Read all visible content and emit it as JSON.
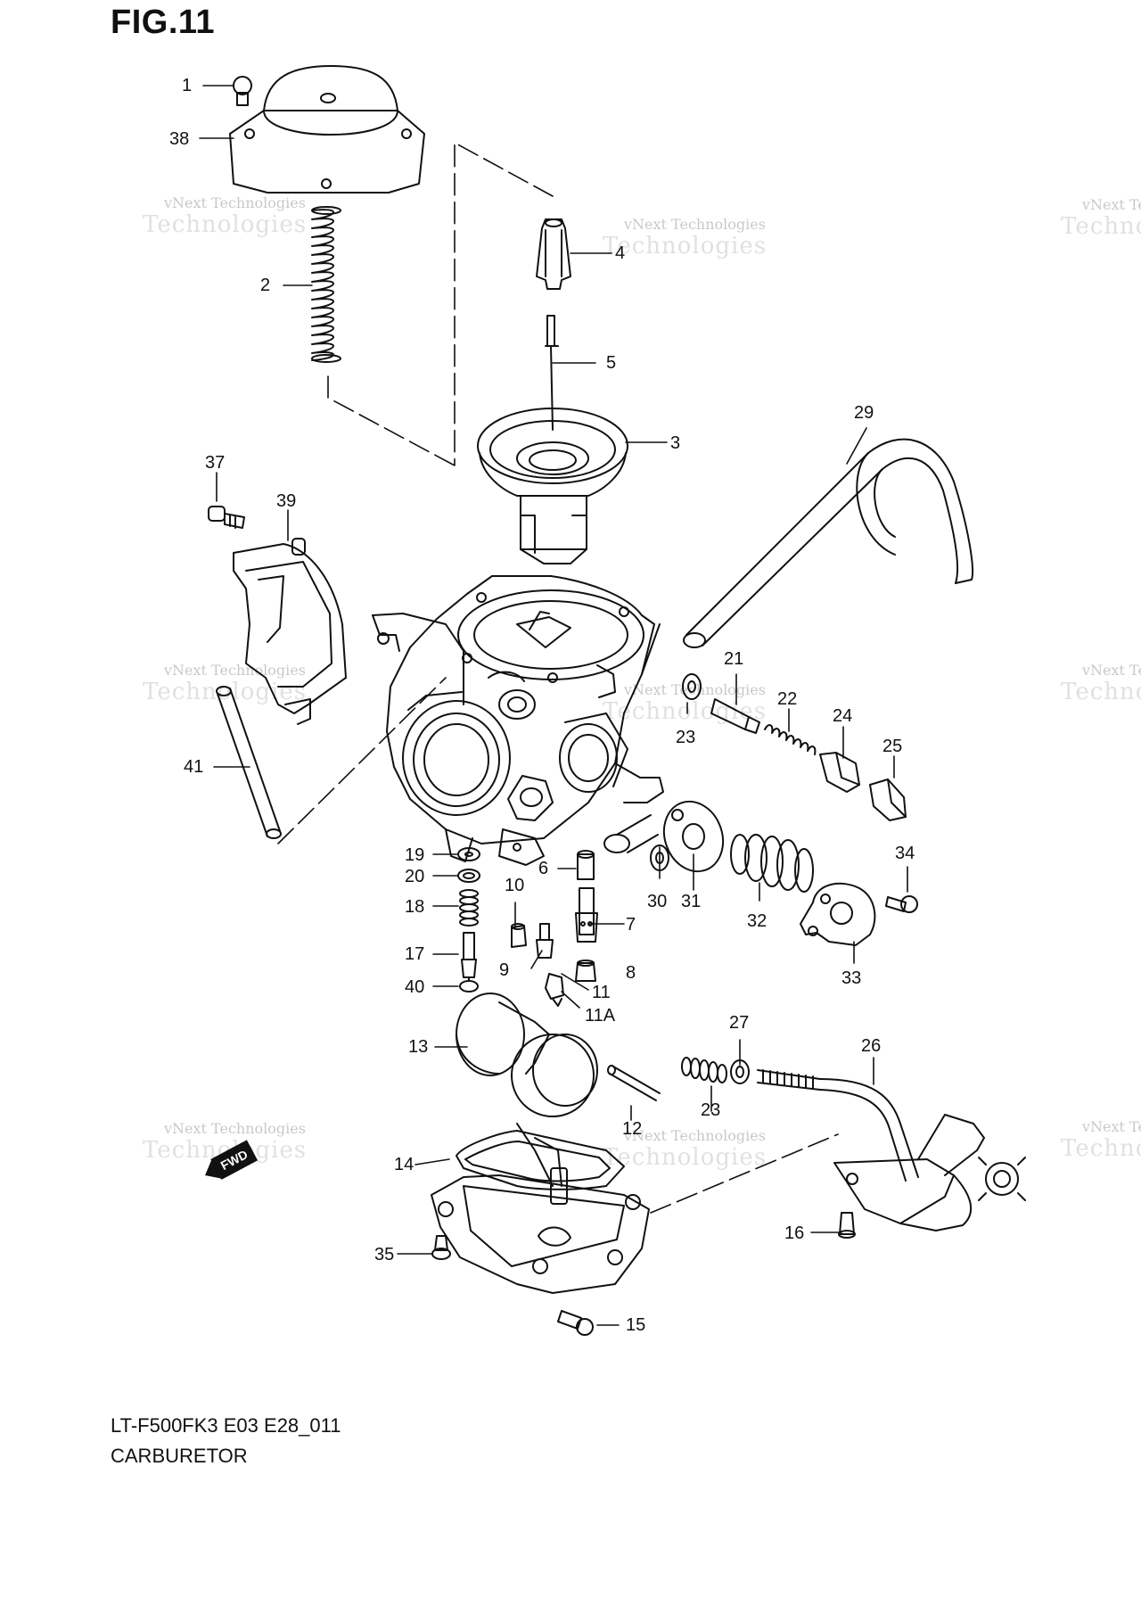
{
  "figure": {
    "title": "FIG.11"
  },
  "footer": {
    "model": "LT-F500FK3  E03  E28_011",
    "caption": "CARBURETOR"
  },
  "watermark": {
    "line1": "vNext Technologies",
    "line2": "Technologies",
    "line3": "vNext"
  },
  "fwd_badge": "FWD",
  "callouts": [
    {
      "id": "1",
      "text": "1"
    },
    {
      "id": "38",
      "text": "38"
    },
    {
      "id": "2",
      "text": "2"
    },
    {
      "id": "4",
      "text": "4"
    },
    {
      "id": "5",
      "text": "5"
    },
    {
      "id": "3",
      "text": "3"
    },
    {
      "id": "29",
      "text": "29"
    },
    {
      "id": "37",
      "text": "37"
    },
    {
      "id": "39",
      "text": "39"
    },
    {
      "id": "21",
      "text": "21"
    },
    {
      "id": "22",
      "text": "22"
    },
    {
      "id": "24",
      "text": "24"
    },
    {
      "id": "25",
      "text": "25"
    },
    {
      "id": "23a",
      "text": "23"
    },
    {
      "id": "41",
      "text": "41"
    },
    {
      "id": "19",
      "text": "19"
    },
    {
      "id": "20",
      "text": "20"
    },
    {
      "id": "18",
      "text": "18"
    },
    {
      "id": "17",
      "text": "17"
    },
    {
      "id": "40",
      "text": "40"
    },
    {
      "id": "10",
      "text": "10"
    },
    {
      "id": "6",
      "text": "6"
    },
    {
      "id": "7",
      "text": "7"
    },
    {
      "id": "9",
      "text": "9"
    },
    {
      "id": "8",
      "text": "8"
    },
    {
      "id": "11",
      "text": "11"
    },
    {
      "id": "11A",
      "text": "11A"
    },
    {
      "id": "30",
      "text": "30"
    },
    {
      "id": "31",
      "text": "31"
    },
    {
      "id": "32",
      "text": "32"
    },
    {
      "id": "34",
      "text": "34"
    },
    {
      "id": "33",
      "text": "33"
    },
    {
      "id": "13",
      "text": "13"
    },
    {
      "id": "27",
      "text": "27"
    },
    {
      "id": "26",
      "text": "26"
    },
    {
      "id": "23b",
      "text": "23"
    },
    {
      "id": "12",
      "text": "12"
    },
    {
      "id": "14",
      "text": "14"
    },
    {
      "id": "16",
      "text": "16"
    },
    {
      "id": "35",
      "text": "35"
    },
    {
      "id": "15",
      "text": "15"
    }
  ]
}
